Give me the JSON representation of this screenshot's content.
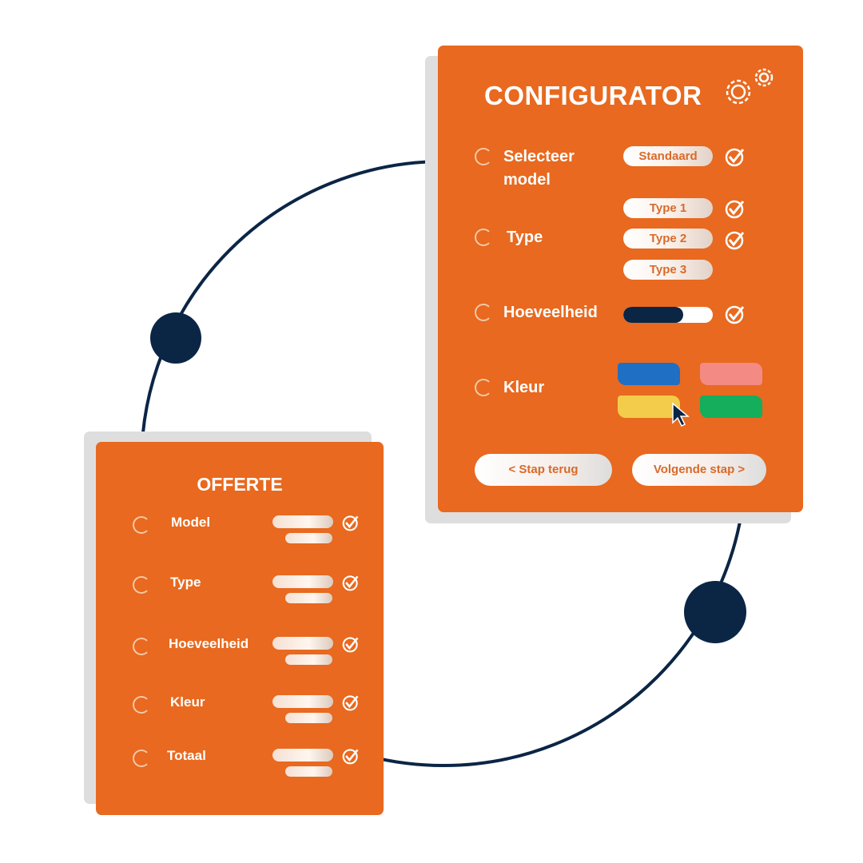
{
  "configurator": {
    "title": "CONFIGURATOR",
    "rows": [
      {
        "label_line1": "Selecteer",
        "label_line2": "model",
        "options": [
          "Standaard"
        ]
      },
      {
        "label": "Type",
        "options": [
          "Type 1",
          "Type 2",
          "Type 3"
        ]
      },
      {
        "label": "Hoeveelheid",
        "quantity_fraction": 0.67
      },
      {
        "label": "Kleur",
        "colors": [
          "#1F6FC5",
          "#F48A84",
          "#F2CC4A",
          "#14AE5C"
        ]
      }
    ],
    "back_button": "< Stap terug",
    "next_button": "Volgende stap >"
  },
  "offerte": {
    "title": "OFFERTE",
    "rows": [
      "Model",
      "Type",
      "Hoeveelheid",
      "Kleur",
      "Totaal"
    ]
  },
  "colors": {
    "accent": "#E8691F",
    "navy": "#0B2545"
  }
}
